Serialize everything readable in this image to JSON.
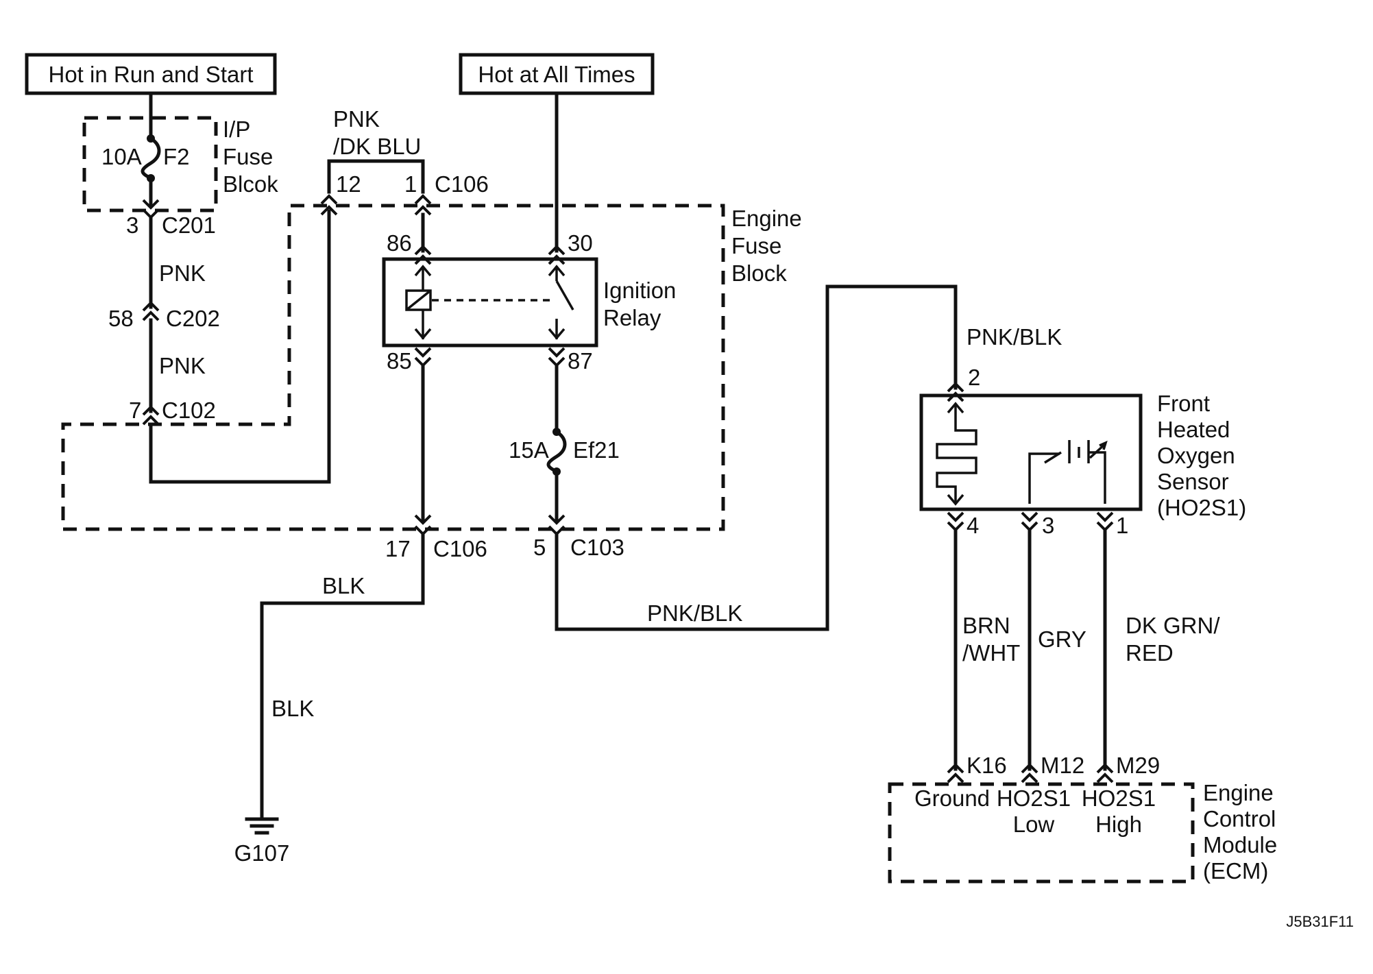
{
  "supplies": {
    "run_start": "Hot in Run and Start",
    "all_times": "Hot at All Times"
  },
  "ip_fuse_block": {
    "name_line1": "I/P",
    "name_line2": "Fuse",
    "name_line3": "Blcok",
    "fuse_rating": "10A",
    "fuse_id": "F2"
  },
  "connectors": {
    "c201_pin": "3",
    "c201": "C201",
    "c202_pin": "58",
    "c202": "C202",
    "c102_pin": "7",
    "c102": "C102",
    "c106_top_pin_a": "12",
    "c106_top_pin_b": "1",
    "c106_top": "C106",
    "c106_bot_pin": "17",
    "c106_bot": "C106",
    "c103_pin": "5",
    "c103": "C103"
  },
  "wires": {
    "pnk_upper": "PNK",
    "pnk_lower": "PNK",
    "pnk_dkblu_line1": "PNK",
    "pnk_dkblu_line2": "/DK BLU",
    "blk_upper": "BLK",
    "blk_lower": "BLK",
    "pnk_blk_lower": "PNK/BLK",
    "pnk_blk_upper": "PNK/BLK",
    "brn_wht_line1": "BRN",
    "brn_wht_line2": "/WHT",
    "gry": "GRY",
    "dkgrn_red_line1": "DK GRN/",
    "dkgrn_red_line2": "RED"
  },
  "engine_fuse_block": {
    "name_line1": "Engine",
    "name_line2": "Fuse",
    "name_line3": "Block",
    "fuse_rating": "15A",
    "fuse_id": "Ef21"
  },
  "ignition_relay": {
    "name_line1": "Ignition",
    "name_line2": "Relay",
    "pin_86": "86",
    "pin_30": "30",
    "pin_85": "85",
    "pin_87": "87"
  },
  "ground": {
    "id": "G107"
  },
  "oxygen_sensor": {
    "name_line1": "Front",
    "name_line2": "Heated",
    "name_line3": "Oxygen",
    "name_line4": "Sensor",
    "name_line5": "(HO2S1)",
    "pin_2": "2",
    "pin_4": "4",
    "pin_3": "3",
    "pin_1": "1"
  },
  "ecm": {
    "name_line1": "Engine",
    "name_line2": "Control",
    "name_line3": "Module",
    "name_line4": "(ECM)",
    "pin_k16": "K16",
    "pin_m12": "M12",
    "pin_m29": "M29",
    "ground_label": "Ground",
    "low_line1": "HO2S1",
    "low_line2": "Low",
    "high_line1": "HO2S1",
    "high_line2": "High"
  },
  "figure_code": "J5B31F11"
}
